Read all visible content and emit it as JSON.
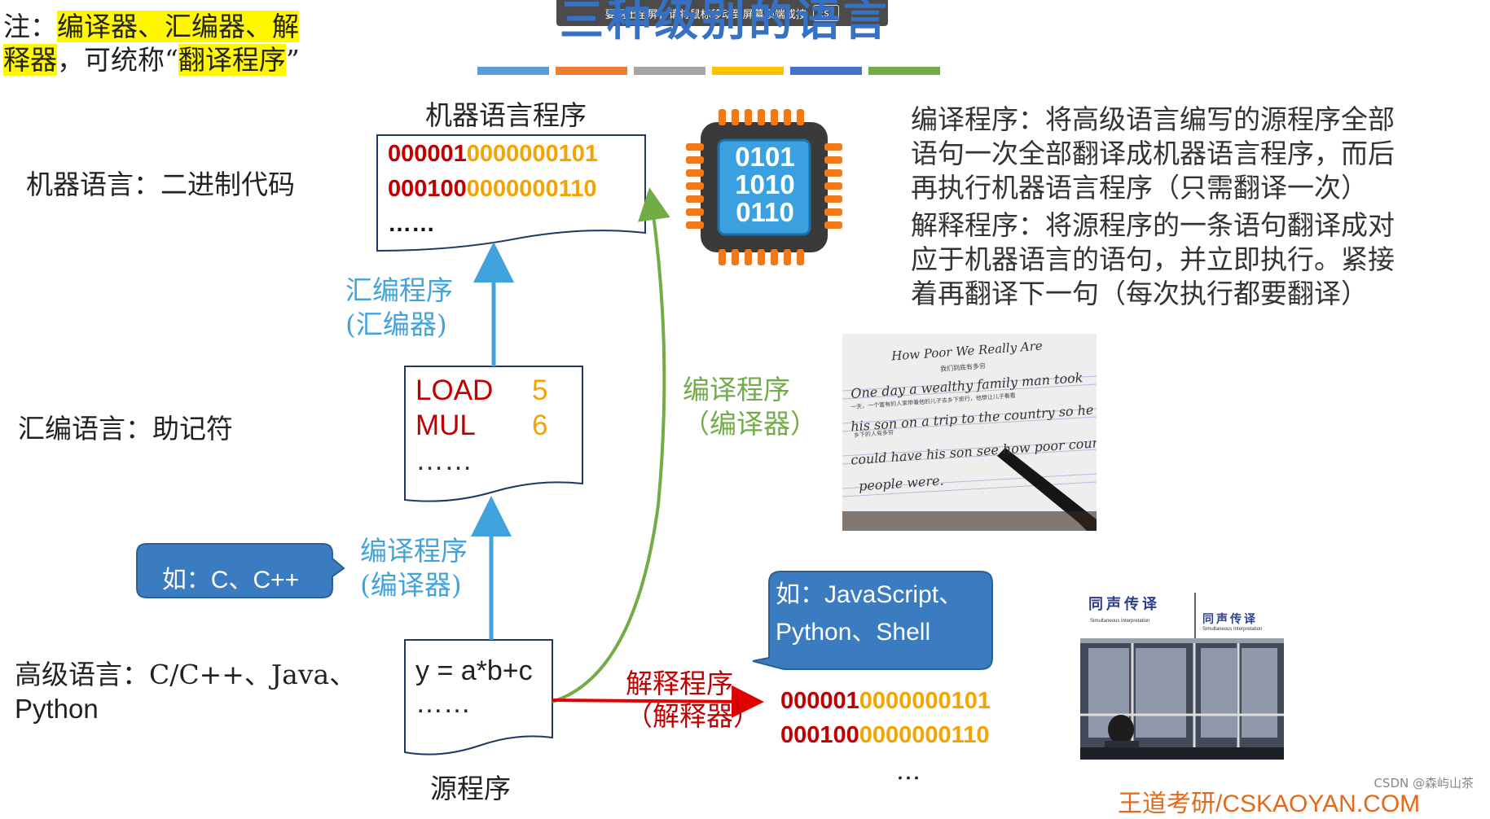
{
  "top_bar": {
    "text": "要退出全屏，请将鼠标移动到屏幕顶端或按",
    "key": "Esc"
  },
  "slide": {
    "title": "三种级别的语言",
    "stripe_colors": [
      "#5b9bd5",
      "#ed7d31",
      "#a5a5a5",
      "#ffc000",
      "#4472c4",
      "#70ad47"
    ]
  },
  "note": {
    "prefix": "注：",
    "hl1": "编译器、汇编器、解",
    "hl2": "释器",
    "middle": "，可统称",
    "quote_open": "“",
    "hl3": "翻译程序",
    "quote_close": "”"
  },
  "levels": {
    "machine": "机器语言：二进制代码",
    "assembly": "汇编语言：助记符",
    "high_line1": "高级语言：C/C++、Java、",
    "high_line2": "Python"
  },
  "machine_box": {
    "caption": "机器语言程序",
    "line1_red": "000001",
    "line1_orange": "0000000101",
    "line2_red": "000100",
    "line2_orange": "0000000110",
    "dots": "……"
  },
  "chip": {
    "rows": [
      "0101",
      "1010",
      "0110"
    ],
    "accent": "#3aa0e0",
    "pin_color": "#f07a1a"
  },
  "asm_box": {
    "op1": "LOAD",
    "arg1": "5",
    "op2": "MUL",
    "arg2": "6",
    "dots": "……"
  },
  "source_box": {
    "code": "y = a*b+c",
    "dots": "……",
    "caption": "源程序"
  },
  "labels": {
    "assembler_l1": "汇编程序",
    "assembler_l2": "(汇编器)",
    "compiler_low_l1": "编译程序",
    "compiler_low_l2": "(编译器)",
    "compiler_green_l1": "编译程序",
    "compiler_green_l2": "（编译器）",
    "interp_l1": "解释程序",
    "interp_l2": "（解释器）"
  },
  "callouts": {
    "c": "如：C、C++",
    "js_l1": "如：JavaScript、",
    "js_l2": "Python、Shell"
  },
  "interp_output": {
    "line1_red": "000001",
    "line1_orange": "0000000101",
    "line2_red": "000100",
    "line2_orange": "0000000110",
    "dots": "…"
  },
  "description": {
    "compile_l1": "编译程序：将高级语言编写的源程序全部",
    "compile_l2": "语句一次全部翻译成机器语言程序，而后",
    "compile_l3": "再执行机器语言程序（只需翻译一次）",
    "interp_l1": "解释程序：将源程序的一条语句翻译成对",
    "interp_l2": "应于机器语言的语句，并立即执行。紧接",
    "interp_l3": "着再翻译下一句（每次执行都要翻译）"
  },
  "handwriting": {
    "title": "How Poor We Really Are",
    "subtitle": "我们到底有多穷",
    "l1": "One day a wealthy family man took",
    "l1_cn": "一天，一个富有的人家带着他的儿子去乡下旅行，他想让儿子看看",
    "l2": "his son on a trip to the country so he",
    "l2_cn": "乡下的人有多穷",
    "l3": "could have his son see how poor country",
    "l4": "people were."
  },
  "booth": {
    "sign": "同声传译",
    "sign_en": "Simultaneous Interpretation"
  },
  "footer": {
    "csdn": "CSDN @森屿山茶",
    "wd": "王道考研/CSKAOYAN.COM"
  }
}
